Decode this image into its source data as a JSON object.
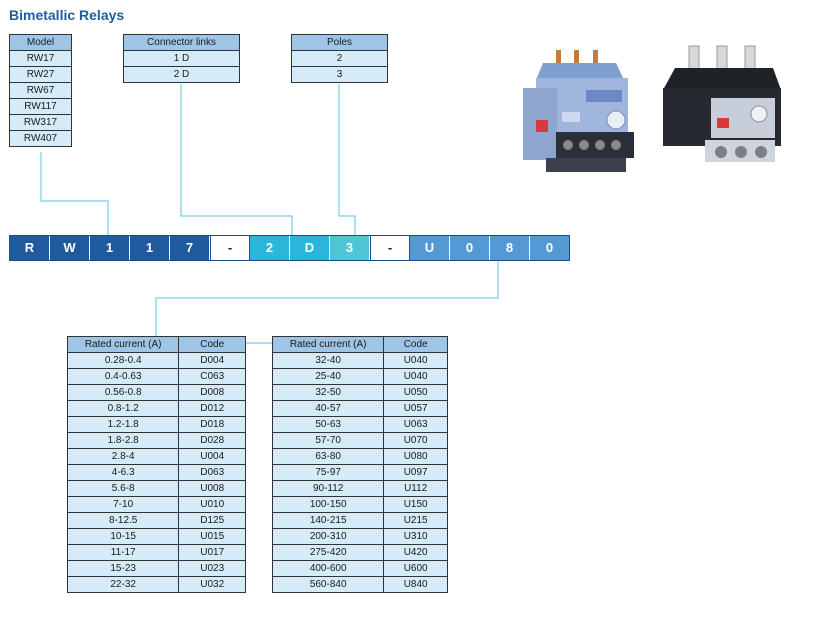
{
  "title": "Bimetallic Relays",
  "model_table": {
    "header": "Model",
    "rows": [
      "RW17",
      "RW27",
      "RW67",
      "RW117",
      "RW317",
      "RW407"
    ]
  },
  "connector_table": {
    "header": "Connector links",
    "rows": [
      "1 D",
      "2 D"
    ]
  },
  "poles_table": {
    "header": "Poles",
    "rows": [
      "2",
      "3"
    ]
  },
  "code": {
    "chars": [
      "R",
      "W",
      "1",
      "1",
      "7",
      "-",
      "2",
      "D",
      "3",
      "-",
      "U",
      "0",
      "8",
      "0"
    ],
    "colors": {
      "model": "#1e5a9c",
      "connector": "#2bb5d8",
      "poles": "#4fc4d4",
      "current": "#5599d4",
      "dash": "#ffffff",
      "dash_text": "#222222"
    }
  },
  "current_table_left": {
    "header_current": "Rated current (A)",
    "header_code": "Code",
    "rows": [
      [
        "0.28-0.4",
        "D004"
      ],
      [
        "0.4-0.63",
        "C063"
      ],
      [
        "0.56-0.8",
        "D008"
      ],
      [
        "0.8-1.2",
        "D012"
      ],
      [
        "1.2-1.8",
        "D018"
      ],
      [
        "1.8-2.8",
        "D028"
      ],
      [
        "2.8-4",
        "U004"
      ],
      [
        "4-6.3",
        "D063"
      ],
      [
        "5.6-8",
        "U008"
      ],
      [
        "7-10",
        "U010"
      ],
      [
        "8-12.5",
        "D125"
      ],
      [
        "10-15",
        "U015"
      ],
      [
        "11-17",
        "U017"
      ],
      [
        "15-23",
        "U023"
      ],
      [
        "22-32",
        "U032"
      ]
    ]
  },
  "current_table_right": {
    "header_current": "Rated current (A)",
    "header_code": "Code",
    "rows": [
      [
        "32-40",
        "U040"
      ],
      [
        "25-40",
        "U040"
      ],
      [
        "32-50",
        "U050"
      ],
      [
        "40-57",
        "U057"
      ],
      [
        "50-63",
        "U063"
      ],
      [
        "57-70",
        "U070"
      ],
      [
        "63-80",
        "U080"
      ],
      [
        "75-97",
        "U097"
      ],
      [
        "90-112",
        "U112"
      ],
      [
        "100-150",
        "U150"
      ],
      [
        "140-215",
        "U215"
      ],
      [
        "200-310",
        "U310"
      ],
      [
        "275-420",
        "U420"
      ],
      [
        "400-600",
        "U600"
      ],
      [
        "560-840",
        "U840"
      ]
    ]
  },
  "images": {
    "relay_small": "relay-photo-small",
    "relay_large": "relay-photo-large"
  }
}
